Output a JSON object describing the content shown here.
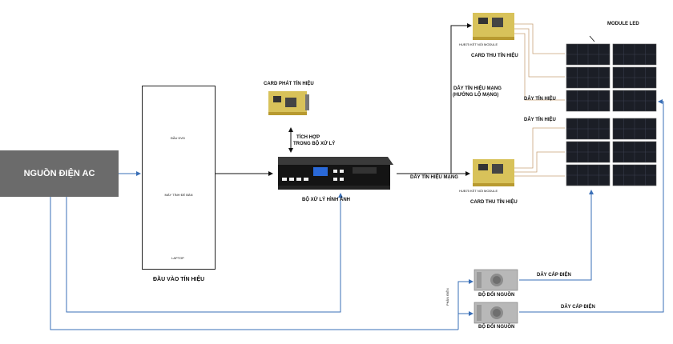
{
  "power_source": {
    "label": "NGUỒN ĐIỆN AC"
  },
  "signal_inputs": {
    "title": "ĐẦU VÀO TÍN HIỆU",
    "dvd_label": "ĐẦU DVD",
    "desktop_label": "MÁY TÍNH ĐỂ BÀN",
    "laptop_label": "LAPTOP"
  },
  "sender_card": {
    "label": "CARD PHÁT TÍN HIỆU"
  },
  "integration_note": {
    "line1": "TÍCH HỢP",
    "line2": "TRONG BỘ XỬ LÝ"
  },
  "video_processor": {
    "label": "BỘ XỬ LÝ HÌNH ẢNH"
  },
  "receiving_cards": {
    "top_label": "CARD THU TÍN HIỆU",
    "bottom_label": "CARD THU TÍN HIỆU",
    "port_caption": "HUB75 KẾT NỐI MODULE"
  },
  "network_cable": {
    "vertical_line1": "DÂY TÍN HIỆU MẠNG",
    "vertical_line2": "(HƯỚNG LỘ MẠNG)",
    "horizontal": "DÂY TÍN HIỆU MẠNG"
  },
  "signal_wire_labels": [
    "DÂY TÍN HIỆU",
    "DÂY TÍN HIỆU"
  ],
  "led_module": {
    "label": "MODULE LED"
  },
  "power_supplies": {
    "unit1_label": "BỘ ĐỔI NGUỒN",
    "unit2_label": "BỘ ĐỔI NGUỒN",
    "branch_label": "PHÂN ĐIỆN",
    "cable1_label": "DÂY CẤP ĐIỆN",
    "cable2_label": "DÂY CẤP ĐIỆN"
  },
  "colors": {
    "power_wire": "#3a6fb7",
    "signal_wire": "#111111",
    "module_wire": "#c9a27a"
  }
}
